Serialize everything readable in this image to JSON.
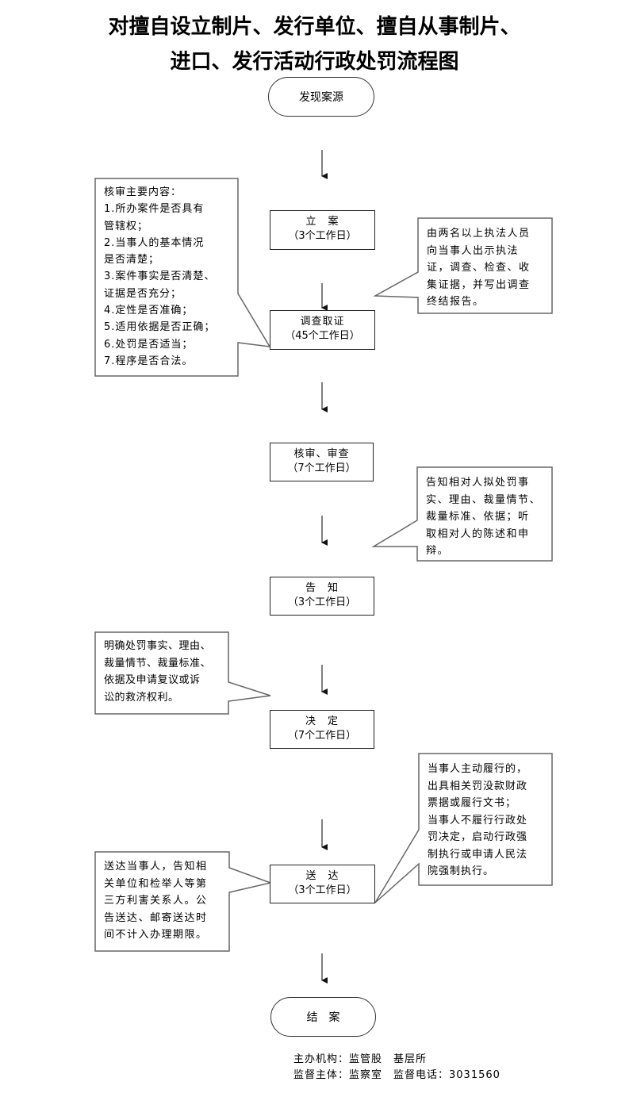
{
  "title": {
    "line1": "对擅自设立制片、发行单位、擅自从事制片、",
    "line2": "进口、发行活动行政处罚流程图"
  },
  "start": {
    "label": "发现案源"
  },
  "steps": [
    {
      "name": "立　案",
      "duration": "（3个工作日）"
    },
    {
      "name": "调查取证",
      "duration": "（45个工作日）"
    },
    {
      "name": "核审、审查",
      "duration": "（7个工作日）"
    },
    {
      "name": "告　知",
      "duration": "（3个工作日）"
    },
    {
      "name": "决　定",
      "duration": "（7个工作日）"
    },
    {
      "name": "送　达",
      "duration": "（3个工作日）"
    }
  ],
  "end": {
    "label": "结　案"
  },
  "notes": {
    "review": [
      "核审主要内容：",
      "1.所办案件是否具有",
      "管辖权；",
      "2.当事人的基本情况",
      "是否清楚；",
      "3.案件事实是否清楚、",
      "证据是否充分；",
      "4.定性是否准确；",
      "5.适用依据是否正确；",
      "6.处罚是否适当；",
      "7.程序是否合法。"
    ],
    "investigation": [
      "由两名以上执法人员",
      "向当事人出示执法",
      "证，调查、检查、收",
      "集证据，并写出调查",
      "终结报告。"
    ],
    "notify": [
      "告知相对人拟处罚事",
      "实、理由、裁量情节、",
      "裁量标准、依据；听",
      "取相对人的陈述和申",
      "辩。"
    ],
    "decision": [
      "明确处罚事实、理由、",
      "裁量情节、裁量标准、",
      "依据及申请复议或诉",
      "讼的救济权利。"
    ],
    "execution": [
      "当事人主动履行的，",
      "出具相关罚没款财政",
      "票据或履行文书；",
      "当事人不履行行政处",
      "罚决定，启动行政强",
      "制执行或申请人民法",
      "院强制执行。"
    ],
    "delivery": [
      "送达当事人，告知相",
      "关单位和检举人等第",
      "三方利害关系人。公",
      "告送达、邮寄送达时",
      "间不计入办理期限。"
    ]
  },
  "footer": {
    "line1": "主办机构：监管股　基层所",
    "line2": "监督主体：监察室　监督电话：3031560"
  }
}
